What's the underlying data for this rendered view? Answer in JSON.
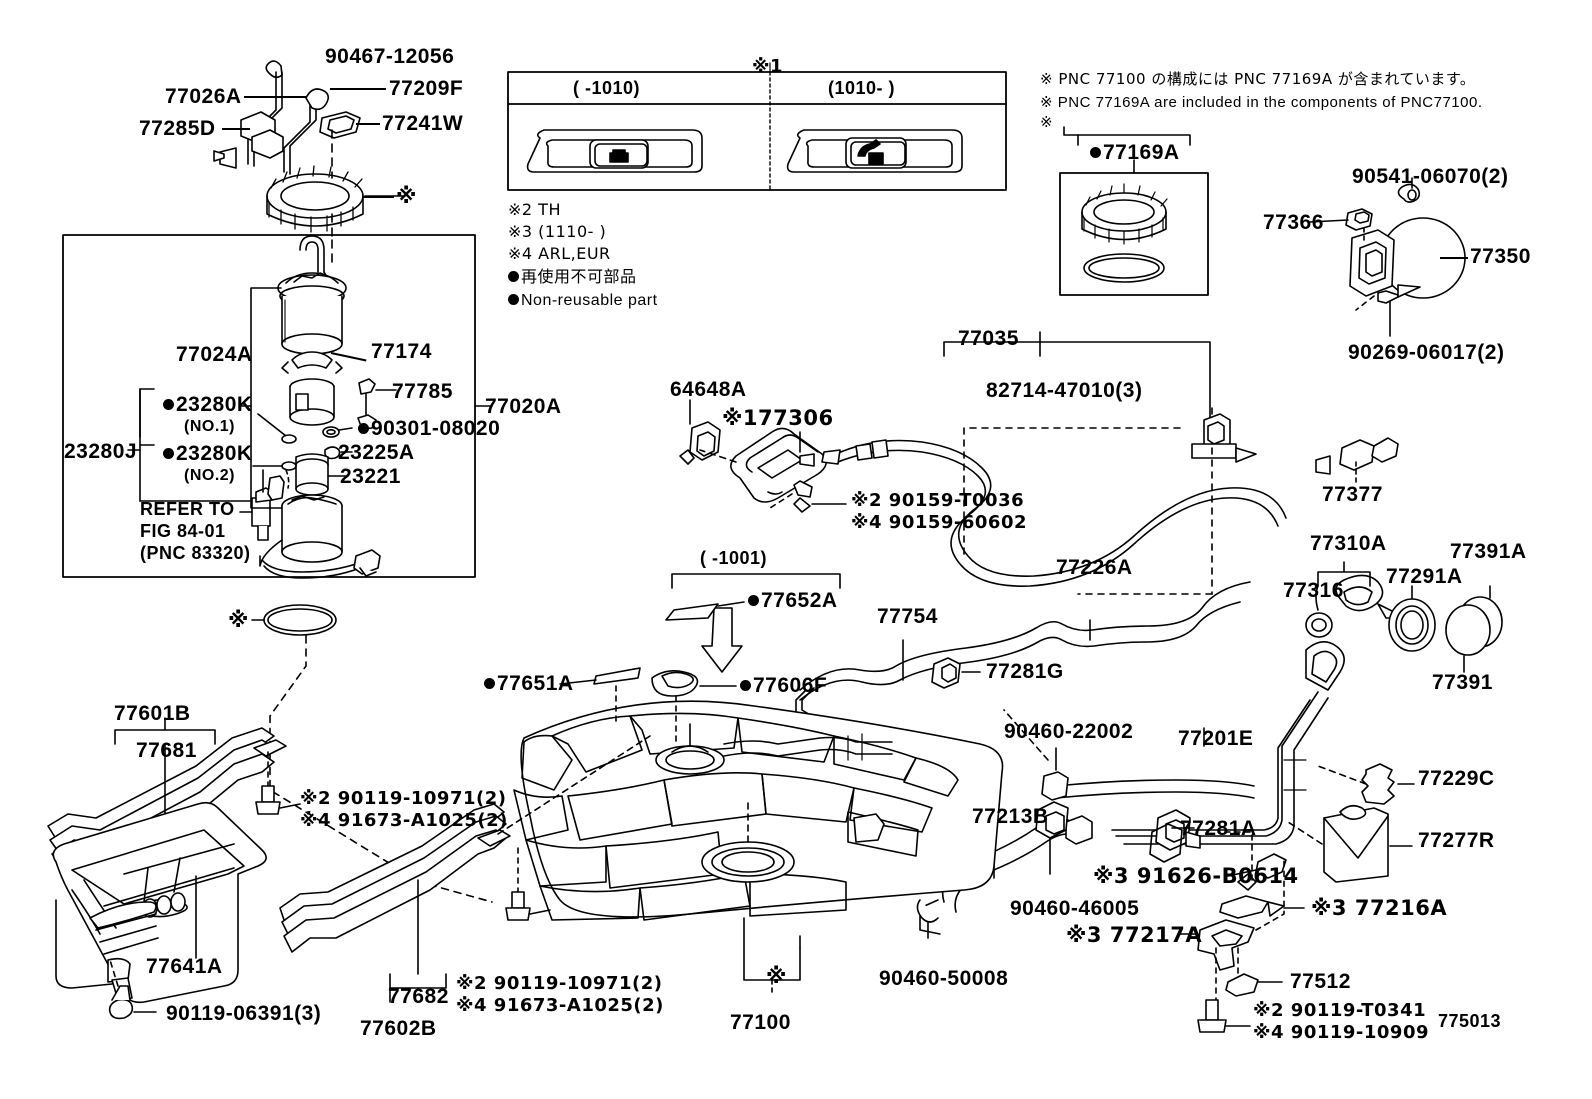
{
  "diagram": {
    "title": "Toyota Fuel Tank & Tube Parts Diagram",
    "drawing_number": "775013"
  },
  "notes": {
    "jp_pnc": "※ PNC 77100 の構成には PNC 77169A が含まれています。",
    "en_pnc": "※ PNC 77169A are included in the components of PNC77100.",
    "mark_only": "※",
    "ref_2": "※2 TH",
    "ref_3": "※3 (1110-      )",
    "ref_4": "※4 ARL,EUR",
    "nonreuse_jp": "再使用不可部品",
    "nonreuse_en": "Non-reusable part"
  },
  "legend_box": {
    "header_mark": "※1",
    "left_range": "(       -1010)",
    "right_range": "(1010-      )"
  },
  "sub_box_77169a": {
    "mark": "※",
    "label": "77169A"
  },
  "detail_box_77020a": {
    "label": "77020A",
    "refer_line1": "REFER TO",
    "refer_line2": "FIG 84-01",
    "refer_line3": "(PNC 83320)",
    "bracket_23280j": "23280J",
    "items": [
      {
        "label": "77024A"
      },
      {
        "label": "77174"
      },
      {
        "label": "77785"
      },
      {
        "label": "23280K",
        "sub": "(NO.1)",
        "nonreusable": true
      },
      {
        "label": "23280K",
        "sub": "(NO.2)",
        "nonreusable": true
      },
      {
        "label": "90301-08020",
        "nonreusable": true
      },
      {
        "label": "23225A"
      },
      {
        "label": "23221"
      }
    ]
  },
  "labels": {
    "l_90467_12056": "90467-12056",
    "l_77026A": "77026A",
    "l_77209F": "77209F",
    "l_77285D": "77285D",
    "l_77241W": "77241W",
    "l_mark_top": "※",
    "l_77024A": "77024A",
    "l_77174": "77174",
    "l_77785": "77785",
    "l_23280K_1": "23280K",
    "l_23280K_1_sub": "(NO.1)",
    "l_23280K_2": "23280K",
    "l_23280K_2_sub": "(NO.2)",
    "l_23280J": "23280J",
    "l_90301_08020": "90301-08020",
    "l_23225A": "23225A",
    "l_23221": "23221",
    "l_77020A": "77020A",
    "l_refer1": "REFER TO",
    "l_refer2": "FIG 84-01",
    "l_refer3": "(PNC 83320)",
    "l_77169A": "77169A",
    "l_90541_06070": "90541-06070(2)",
    "l_77366": "77366",
    "l_77350": "77350",
    "l_90269_06017": "90269-06017(2)",
    "l_77035": "77035",
    "l_82714_47010": "82714-47010(3)",
    "l_64648A": "64648A",
    "l_177306": "※177306",
    "l_90159_T0036": "※2 90159-T0036",
    "l_90159_60602": "※4 90159-60602",
    "l_77226A": "77226A",
    "l_77377": "77377",
    "l_77310A": "77310A",
    "l_77316": "77316",
    "l_77291A": "77291A",
    "l_77391A": "77391A",
    "l_77391": "77391",
    "l_range_1001": "(        -1001)",
    "l_77652A": "77652A",
    "l_77651A": "77651A",
    "l_77606F": "77606F",
    "l_77754": "77754",
    "l_77281G": "77281G",
    "l_90460_22002": "90460-22002",
    "l_77201E": "77201E",
    "l_77229C": "77229C",
    "l_77277R": "77277R",
    "l_77281A": "77281A",
    "l_77213B": "77213B",
    "l_90460_46005": "90460-46005",
    "l_91626_B0614": "※3 91626-B0614",
    "l_77216A": "※3 77216A",
    "l_77217A": "※3 77217A",
    "l_90460_50008": "90460-50008",
    "l_77512": "77512",
    "l_90119_T0341": "※2 90119-T0341",
    "l_90119_10909": "※4 90119-10909",
    "l_77601B": "77601B",
    "l_77681": "77681",
    "l_77641A": "77641A",
    "l_90119_06391": "90119-06391(3)",
    "l_90119_10971_a": "※2 90119-10971(2)",
    "l_91673_A1025_a": "※4 91673-A1025(2)",
    "l_90119_10971_b": "※2 90119-10971(2)",
    "l_91673_A1025_b": "※4 91673-A1025(2)",
    "l_77682": "77682",
    "l_77602B": "77602B",
    "l_77100": "77100",
    "l_mark_tank": "※",
    "l_mark_oring": "※",
    "l_drawing": "775013"
  }
}
